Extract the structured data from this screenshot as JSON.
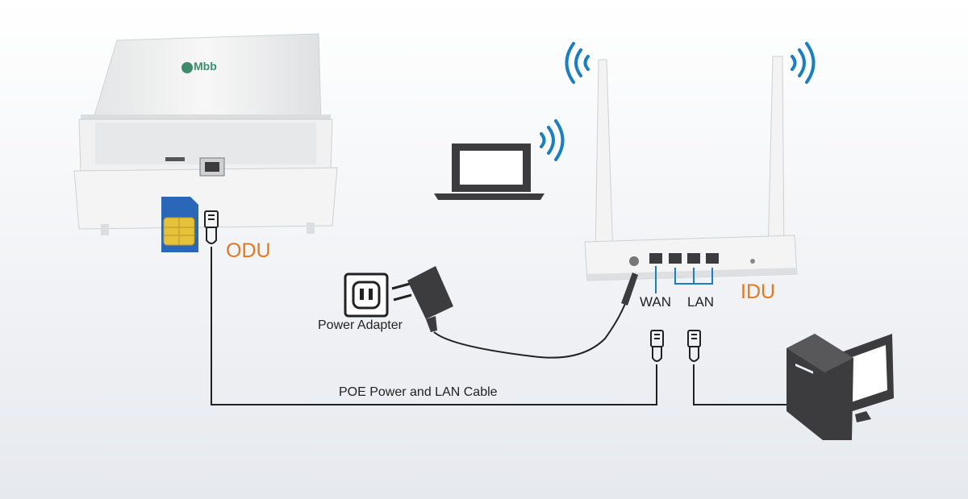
{
  "diagram": {
    "odu_label": "ODU",
    "idu_label": "IDU",
    "wan_label": "WAN",
    "lan_label": "LAN",
    "power_adapter_label": "Power Adapter",
    "poe_cable_label": "POE Power and LAN Cable",
    "odu_brand_logo": "Mbb",
    "colors": {
      "accent_orange": "#e8761e",
      "wifi_blue": "#1a7fc1",
      "device_gray": "#3c3c3e",
      "sim_blue": "#2b67b8",
      "sim_chip": "#e6c23a",
      "cable": "#222222"
    }
  }
}
